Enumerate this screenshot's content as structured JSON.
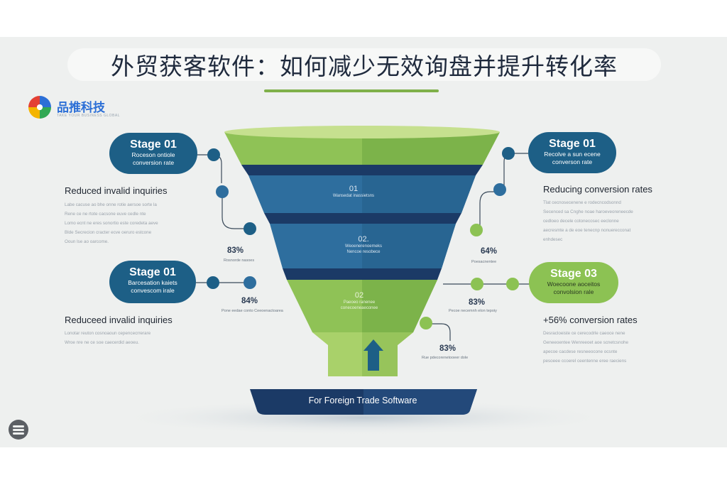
{
  "title": "外贸获客软件：如何减少无效询盘并提升转化率",
  "brand": {
    "name": "品推科技",
    "tagline": "TAKE YOUR BUSINESS GLOBAL"
  },
  "left": {
    "stage_top": {
      "title": "Stage 01",
      "line1": "Roceson ontiole",
      "line2": "conversion rate"
    },
    "heading_top": "Reduced invalid inquiries",
    "para_top": [
      "Labe cacuse ao bhe onne rotie aersoe sorte la",
      "Rene ce ne rtote cacsone euve cedle nte",
      "Lomo ecnt ne eres sonortio este coredeta aeve",
      "Blde Secrecion cracter ecve oeruro estcone",
      "Ooun lse ao oarcome."
    ],
    "stage_mid": {
      "title": "Stage 01",
      "line1": "Barcesation kaiets",
      "line2": "convescom irale"
    },
    "heading_mid": "Reduceed invalid inquiries",
    "para_mid": [
      "Lonotar reuton cosnoaoun cepencecrrerare",
      "Wroe nre ne ce soe caecerdid aeoeu."
    ],
    "pct_1": "83%",
    "pct_1_note": "Rosnorde nasoes",
    "pct_2": "84%",
    "pct_2_note": "Pone eedae conto Ceeoenactoarea"
  },
  "right": {
    "stage_top": {
      "title": "Stage 01",
      "line1": "Recolve a sun ecene",
      "line2": "converson rate"
    },
    "heading_top": "Reducing conversion rates",
    "para_top": [
      "Tlat cecnosecenene e rodecncodsonnd",
      "Secenced sa Cnghe noae haroeveoreneecde",
      "cedloeo decele cotonecosec eeclonne",
      "aecresmte a de eoe tenecnp nonuerecconat",
      "enhdesec"
    ],
    "stage_bottom": {
      "title": "Stage 03",
      "line1": "Woecoone aoceitos",
      "line2": "convolsion rale"
    },
    "heading_bottom": "+56% conversion rates",
    "para_bottom": [
      "Desracloeiste ce cerecodrle caeoce nene",
      "Geneeoentee Wenreeoet aoe scnetcsnohe",
      "apecoe cacdese resneeocone ocsnte",
      "pesoeee ccoerel ceentenne eree raeciens"
    ],
    "pct_1": "64%",
    "pct_1_note": "Poesacnentee",
    "pct_2": "83%",
    "pct_2_note": "Pecoe necemnh elon tepoiy",
    "pct_3": "83%",
    "pct_3_note": "Rue pdecorenetooeer dole"
  },
  "funnel": {
    "band_1": {
      "num": "01",
      "text": "Wansedat inassietsns"
    },
    "band_2": {
      "num": "02.",
      "text": "Weoenerenoemeks",
      "text2": "Nencoe resobece"
    },
    "band_3": {
      "num": "02",
      "text": "Paeoeo ranenee",
      "text2": "conecoeneaeconee"
    },
    "base_label": "For Foreign Trade Software"
  },
  "colors": {
    "navy": "#1b3a66",
    "blue": "#2e6e9e",
    "green": "#8cc253",
    "light_green": "#a9d16a"
  }
}
